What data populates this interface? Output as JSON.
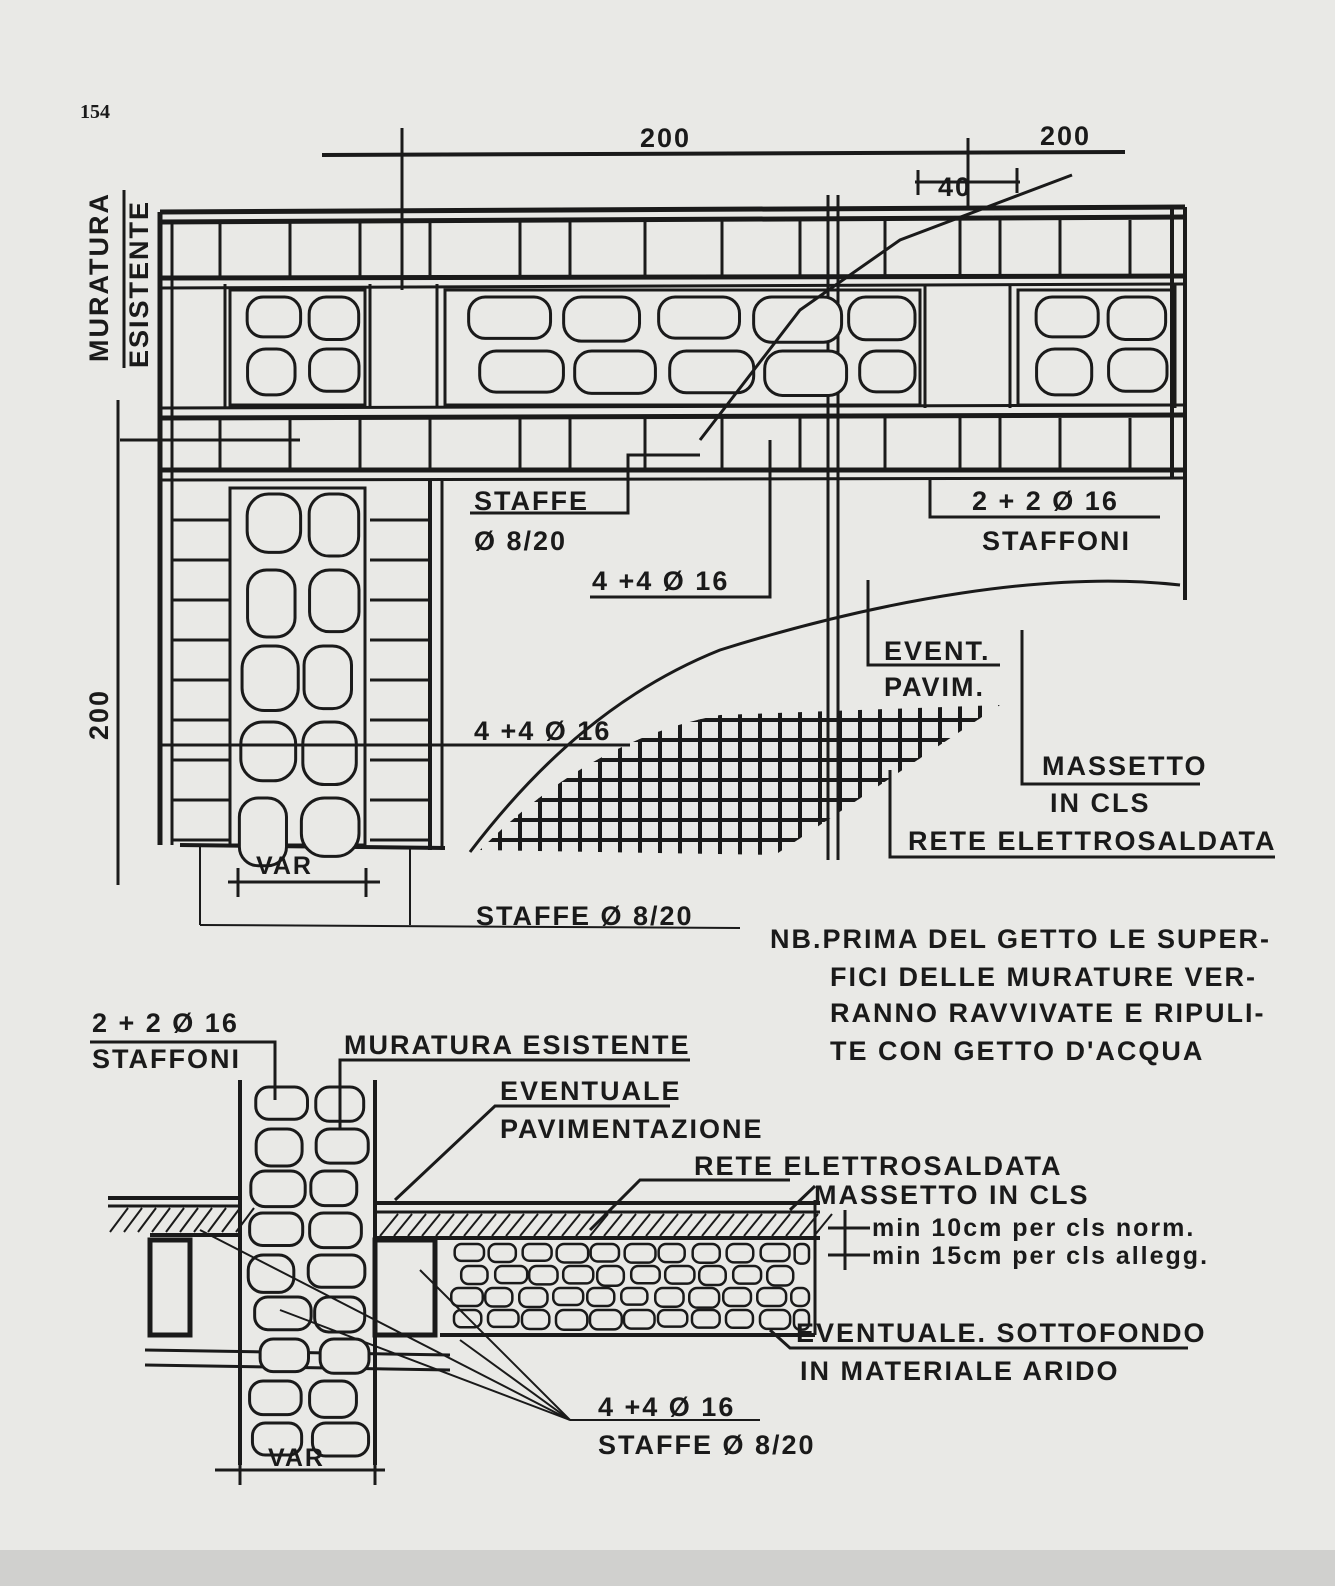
{
  "page_number": "154",
  "elevation": {
    "dim_top_left": "200",
    "dim_top_right": "200",
    "dim_40": "40",
    "dim_left_vertical": "200",
    "wall_label_1": "MURATURA",
    "wall_label_2": "ESISTENTE",
    "staffe_label_1": "STAFFE",
    "staffe_label_2": "Ø 8/20",
    "bars_upper": "4 +4 Ø 16",
    "bars_lower": "4 +4 Ø 16",
    "staffoni_1": "2 + 2 Ø 16",
    "staffoni_2": "STAFFONI",
    "event_1": "EVENT.",
    "event_2": "PAVIM.",
    "massetto_1": "MASSETTO",
    "massetto_2": "IN CLS",
    "rete": "RETE ELETTROSALDATA",
    "var": "VAR",
    "staffe_bottom": "STAFFE Ø 8/20"
  },
  "note": {
    "line1": "NB.PRIMA DEL GETTO LE SUPER-",
    "line2": "FICI DELLE MURATURE VER-",
    "line3": "RANNO RAVVIVATE E RIPULI-",
    "line4": "TE CON GETTO D'ACQUA"
  },
  "section": {
    "staffoni_1": "2 + 2 Ø 16",
    "staffoni_2": "STAFFONI",
    "muratura": "MURATURA ESISTENTE",
    "eventuale_1": "EVENTUALE",
    "eventuale_2": "PAVIMENTAZIONE",
    "rete": "RETE ELETTROSALDATA",
    "massetto": "MASSETTO IN CLS",
    "min_norm": "min 10cm per cls norm.",
    "min_alleg": "min 15cm per cls allegg.",
    "sottofondo_1": "EVENTUALE. SOTTOFONDO",
    "sottofondo_2": "IN MATERIALE ARIDO",
    "bars": "4 +4 Ø 16",
    "staffe": "STAFFE Ø 8/20",
    "var": "VAR"
  }
}
